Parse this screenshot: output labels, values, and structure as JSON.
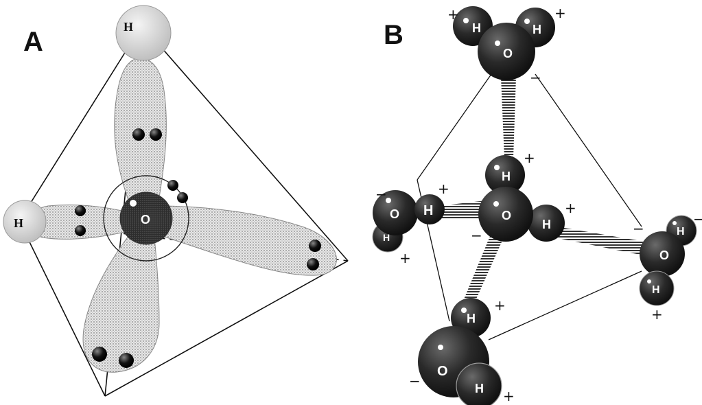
{
  "panels": {
    "a_label": "A",
    "b_label": "B"
  },
  "labels": {
    "hydrogen": "H",
    "oxygen": "O",
    "plus": "+",
    "minus": "−"
  },
  "colors": {
    "ink": "#111111",
    "lobe": "#d9d9d9",
    "atom_dark": "#2a2a2a",
    "atom_shell": "#bdbdbd",
    "paper": "#ffffff"
  }
}
